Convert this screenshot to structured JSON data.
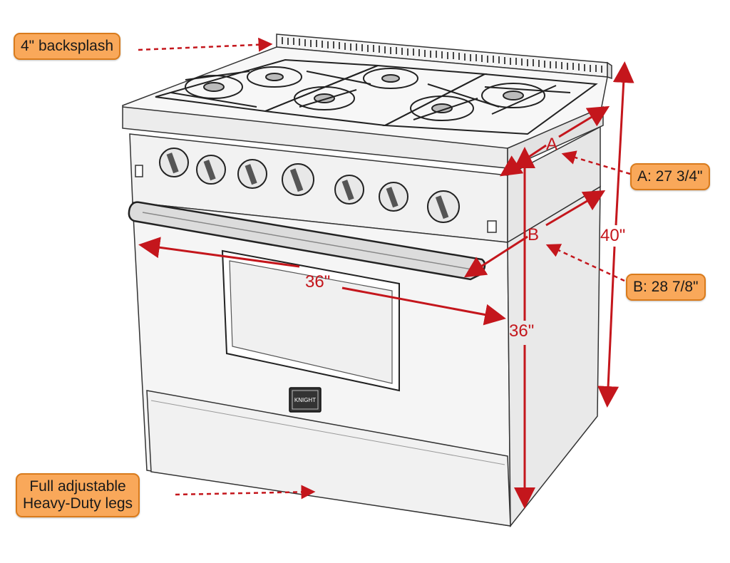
{
  "callouts": {
    "backsplash": "4\" backsplash",
    "depth_a": "A: 27 3/4\"",
    "depth_b": "B: 28 7/8\"",
    "legs_line1": "Full adjustable",
    "legs_line2": "Heavy-Duty legs"
  },
  "dimensions": {
    "width": "36\"",
    "height_body": "36\"",
    "height_total": "40\"",
    "letter_a": "A",
    "letter_b": "B"
  },
  "logo_text": "KNIGHT",
  "colors": {
    "dimension_red": "#c4161c",
    "callout_fill": "#f9a85a",
    "callout_border": "#d97b1c",
    "sketch": "#333333"
  }
}
